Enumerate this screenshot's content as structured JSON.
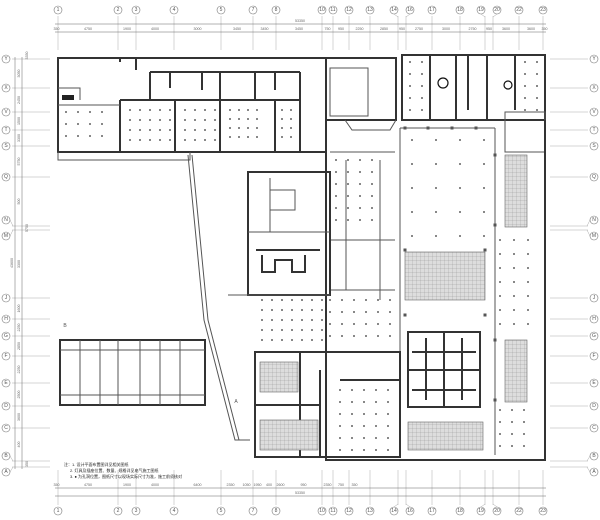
{
  "drawing": {
    "column_axes": [
      "1",
      "2",
      "3",
      "4",
      "5",
      "7",
      "8",
      "10",
      "11",
      "12",
      "13",
      "14",
      "16",
      "17",
      "18",
      "19",
      "20",
      "22",
      "23"
    ],
    "row_axes": [
      "Y",
      "X",
      "V",
      "T",
      "S",
      "Q",
      "N",
      "M",
      "J",
      "H",
      "G",
      "F",
      "E",
      "D",
      "C",
      "B",
      "A"
    ],
    "top_total_dimension": "53350",
    "top_dimensions": [
      "350",
      "4750",
      "1900",
      "4000",
      "3000",
      "3450",
      "3450",
      "3450",
      "750",
      "950",
      "2250",
      "2850",
      "950",
      "2750",
      "3000",
      "2750",
      "950",
      "3600",
      "3600",
      "350"
    ],
    "bottom_total_dimension": "53350",
    "bottom_dimensions": [
      "350",
      "4750",
      "1900",
      "4000",
      "6400",
      "2350",
      "1050",
      "1950",
      "400",
      "2600",
      "950",
      "2350",
      "750",
      "350"
    ],
    "left_total_dimension": "43600",
    "left_dimensions": [
      "3350",
      "3050",
      "2450",
      "1500",
      "3300",
      "5750",
      "500",
      "5750",
      "3300",
      "1600",
      "2250",
      "2850",
      "2250",
      "2500",
      "3600",
      "400",
      "350"
    ],
    "notes": [
      "注：1. 设计平面布置图详见相关图纸",
      "2. 灯具及插座位置、数量、规格详见电气施工图纸",
      "3. ● 为孔洞位置，图纸尺寸以现场实际尺寸为准，施工前须核对"
    ],
    "callout_marks": [
      "B",
      "A"
    ]
  }
}
